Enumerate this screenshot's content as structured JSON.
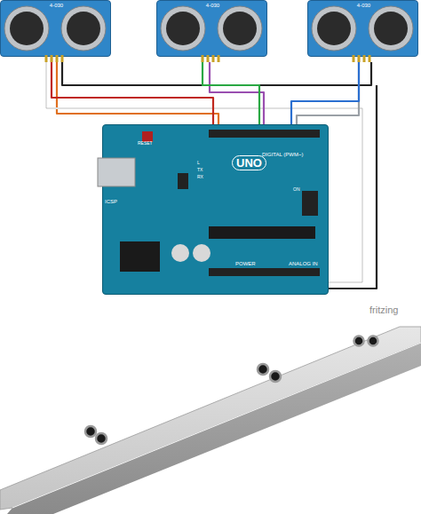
{
  "diagram": {
    "nodes": [
      {
        "text": [
          "4-030"
        ]
      },
      {
        "text": [
          "4-030"
        ]
      },
      {
        "text": [
          "4-030"
        ]
      },
      {
        "text": [
          "UNO"
        ]
      }
    ],
    "edges": [
      {
        "from": 0,
        "to": 3,
        "arrow": "none"
      },
      {
        "from": 1,
        "to": 3,
        "arrow": "none"
      },
      {
        "from": 2,
        "to": 3,
        "arrow": "none"
      }
    ],
    "labels": [
      "RESET",
      "ICSP",
      "DIGITAL (PWM~)",
      "POWER",
      "ANALOG IN",
      "TX",
      "RX",
      "L",
      "ON",
      "fritzing"
    ]
  }
}
